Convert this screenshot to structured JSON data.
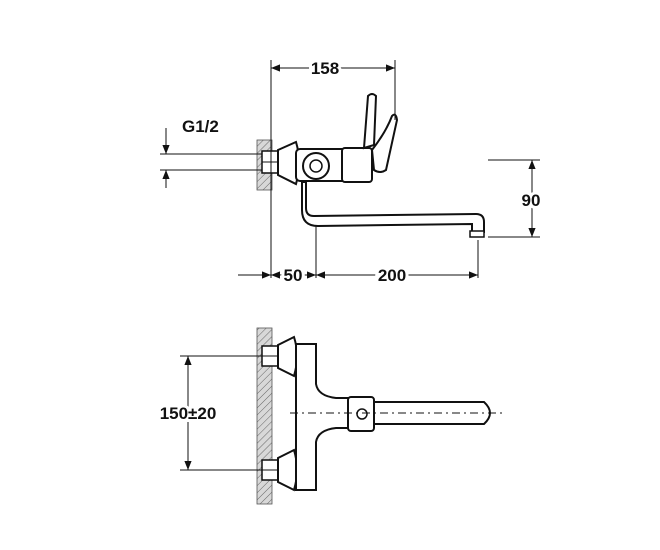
{
  "dimensions": {
    "top_width": "158",
    "connection": "G1/2",
    "height": "90",
    "wall_offset": "50",
    "spout_reach": "200",
    "inlet_spacing": "150±20"
  }
}
